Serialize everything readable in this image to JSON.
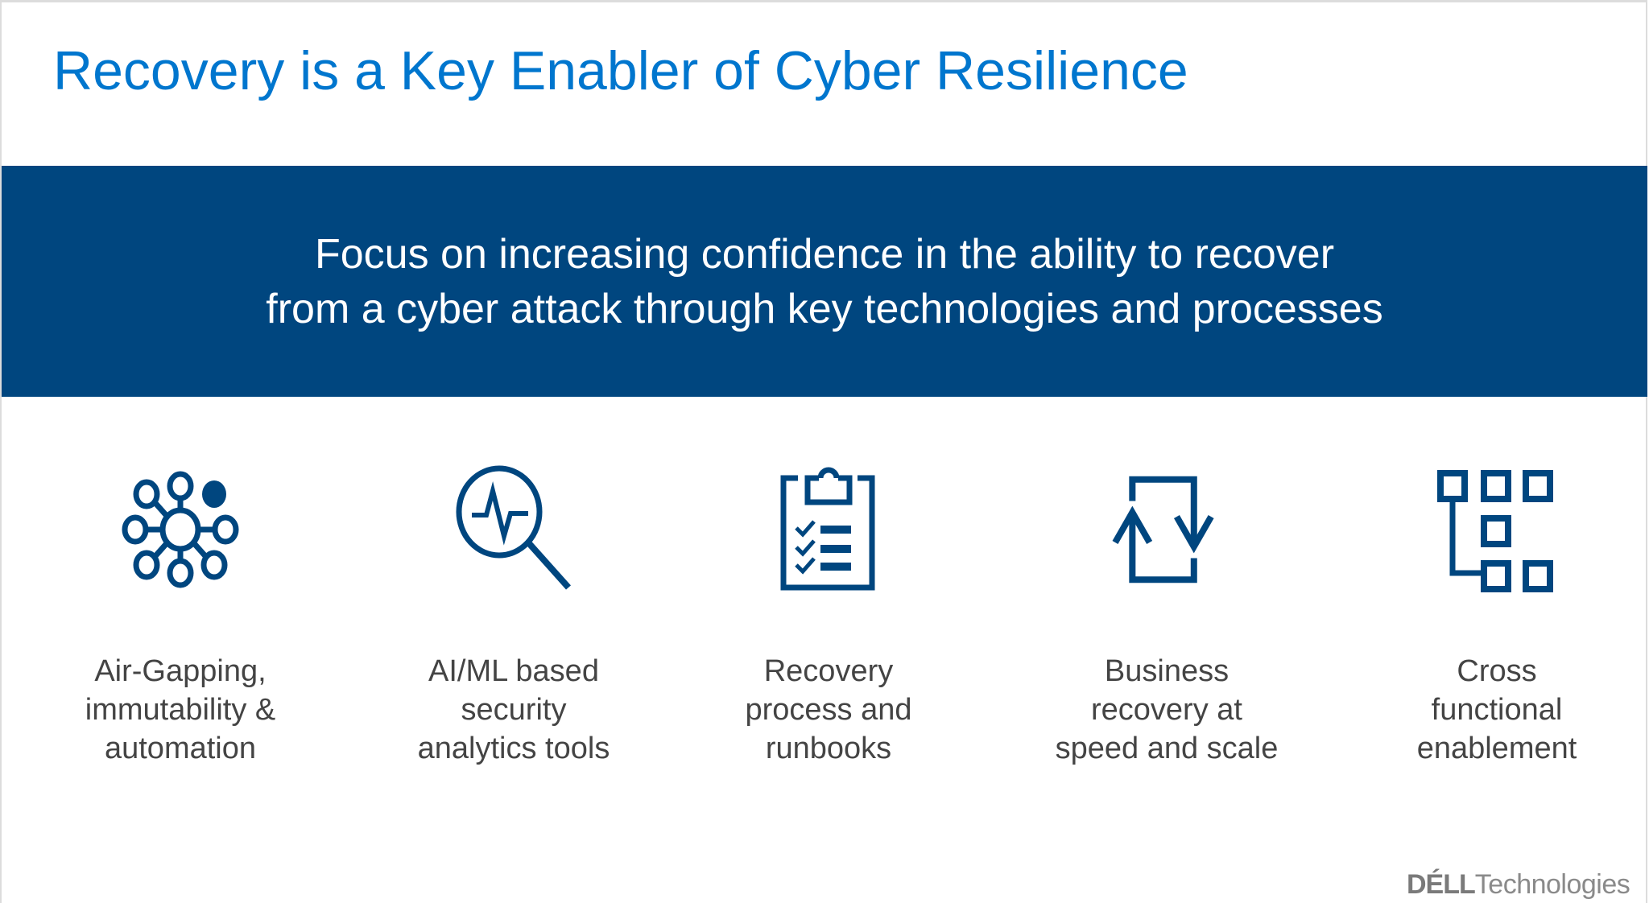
{
  "slide": {
    "title": "Recovery is a Key Enabler of Cyber Resilience",
    "banner": {
      "lines": [
        "Focus on increasing confidence in the ability to recover",
        "from a cyber attack through key technologies and processes"
      ],
      "background_color": "#00467F",
      "text_color": "#FFFFFF"
    },
    "pillars": [
      {
        "icon": "network-hub-icon",
        "label_lines": [
          "Air-Gapping,",
          "immutability &",
          "automation"
        ]
      },
      {
        "icon": "magnifier-pulse-icon",
        "label_lines": [
          "AI/ML based",
          "security",
          "analytics tools"
        ]
      },
      {
        "icon": "clipboard-checklist-icon",
        "label_lines": [
          "Recovery",
          "process and",
          "runbooks"
        ]
      },
      {
        "icon": "cycle-arrows-icon",
        "label_lines": [
          "Business",
          "recovery at",
          "speed and scale"
        ]
      },
      {
        "icon": "hierarchy-boxes-icon",
        "label_lines": [
          "Cross",
          "functional",
          "enablement"
        ]
      }
    ],
    "logo": {
      "brand": "DÉLL",
      "suffix": "Technologies"
    },
    "colors": {
      "title": "#0076CE",
      "icon": "#00467F",
      "label": "#444444",
      "logo": "#7A7A7A"
    }
  }
}
